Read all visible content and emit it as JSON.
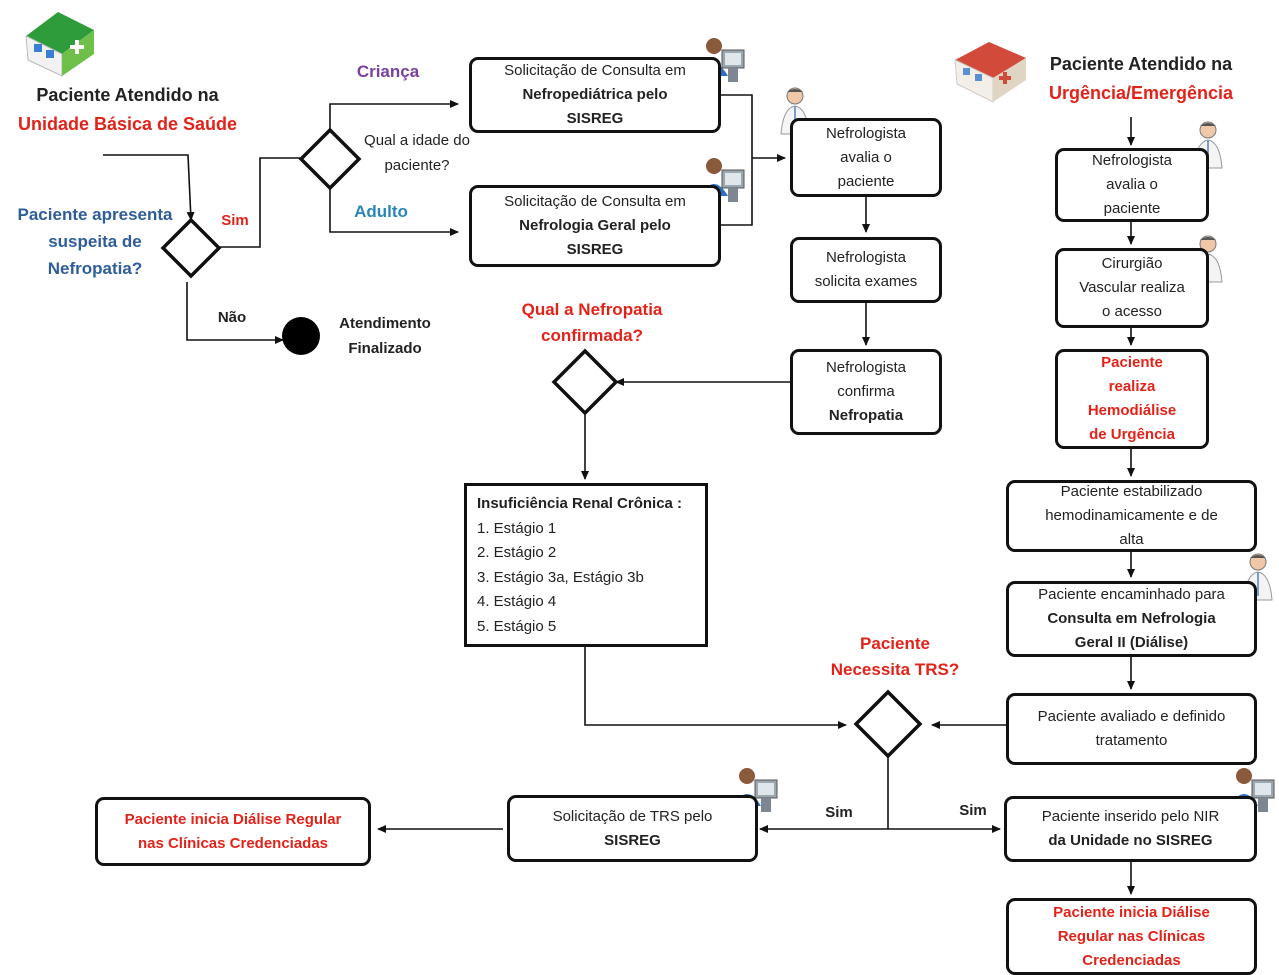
{
  "ubs": {
    "title_line1": "Paciente Atendido na",
    "title_line2": "Unidade Básica de Saúde"
  },
  "urgencia": {
    "title_line1": "Paciente Atendido na",
    "title_line2": "Urgência/Emergência"
  },
  "question_nefropatia": [
    "Paciente apresenta",
    "suspeita de",
    "Nefropatia?"
  ],
  "question_idade": [
    "Qual a idade do",
    "paciente?"
  ],
  "question_confirmada": [
    "Qual a Nefropatia",
    "confirmada?"
  ],
  "question_trs": [
    "Paciente",
    "Necessita TRS?"
  ],
  "edge_labels": {
    "sim1": "Sim",
    "nao": "Não",
    "crianca": "Criança",
    "adulto": "Adulto",
    "sim_trs_left": "Sim",
    "sim_trs_right": "Sim"
  },
  "atendimento_finalizado": [
    "Atendimento",
    "Finalizado"
  ],
  "boxes": {
    "nefropediatrica": [
      "Solicitação de Consulta em",
      "Nefropediátrica pelo",
      "SISREG"
    ],
    "nefrologia_geral": [
      "Solicitação de Consulta em",
      "Nefrologia Geral pelo",
      "SISREG"
    ],
    "nefro_avalia": [
      "Nefrologista",
      "avalia o",
      "paciente"
    ],
    "nefro_solicita": [
      "Nefrologista",
      "solicita exames"
    ],
    "nefro_confirma": [
      "Nefrologista",
      "confirma",
      "Nefropatia"
    ],
    "urg_nefro_avalia": [
      "Nefrologista",
      "avalia o",
      "paciente"
    ],
    "cirurgiao": [
      "Cirurgião",
      "Vascular realiza",
      "o acesso"
    ],
    "hemodialise": [
      "Paciente",
      "realiza",
      "Hemodiálise",
      "de Urgência"
    ],
    "estabilizado": [
      "Paciente estabilizado",
      "hemodinamicamente e de",
      "alta"
    ],
    "encaminhado": [
      "Paciente encaminhado para",
      "Consulta em Nefrologia",
      "Geral II (Diálise)"
    ],
    "avaliado": [
      "Paciente avaliado e definido",
      "tratamento"
    ],
    "inserido": [
      "Paciente inserido pelo NIR",
      "da Unidade no SISREG"
    ],
    "dialise_right": [
      "Paciente inicia Diálise",
      "Regular nas Clínicas",
      "Credenciadas"
    ],
    "solicitacao_trs": [
      "Solicitação de TRS pelo",
      "SISREG"
    ],
    "dialise_left": [
      "Paciente inicia Diálise Regular",
      "nas Clínicas Credenciadas"
    ]
  },
  "irc": {
    "heading": "Insuficiência Renal Crônica :",
    "items": [
      "1. Estágio 1",
      "2. Estágio 2",
      "3. Estágio 3a, Estágio 3b",
      "4. Estágio 4",
      "5. Estágio 5"
    ]
  },
  "icons": {
    "ubs": "health-clinic-icon",
    "hospital": "hospital-icon",
    "doctor": "doctor-icon",
    "computer_user": "computer-user-icon"
  },
  "colors": {
    "red": "#e2231a",
    "blue": "#2e5d9a",
    "teal": "#2a86b6",
    "purple": "#7b3fa0"
  }
}
